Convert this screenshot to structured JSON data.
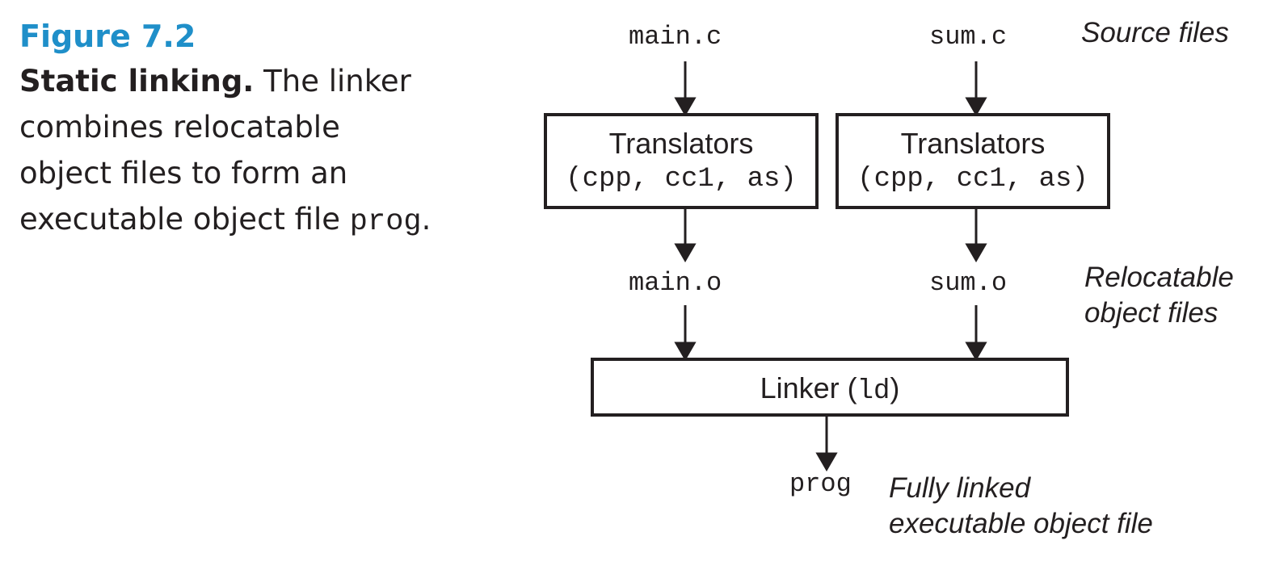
{
  "caption": {
    "figure_number": "Figure 7.2",
    "title": "Static linking.",
    "body": " The linker combines relocatable object files to form an executable object file ",
    "code_term": "prog",
    "end": "."
  },
  "diagram": {
    "sources": [
      "main.c",
      "sum.c"
    ],
    "translator_title": "Translators",
    "translator_sub": "(cpp, cc1, as)",
    "objects": [
      "main.o",
      "sum.o"
    ],
    "linker_label": "Linker (",
    "linker_code": "ld",
    "linker_end": ")",
    "output": "prog",
    "notes": {
      "source_files": "Source files",
      "relocatable_line1": "Relocatable",
      "relocatable_line2": "object files",
      "executable_line1": "Fully linked",
      "executable_line2": "executable object file"
    }
  }
}
